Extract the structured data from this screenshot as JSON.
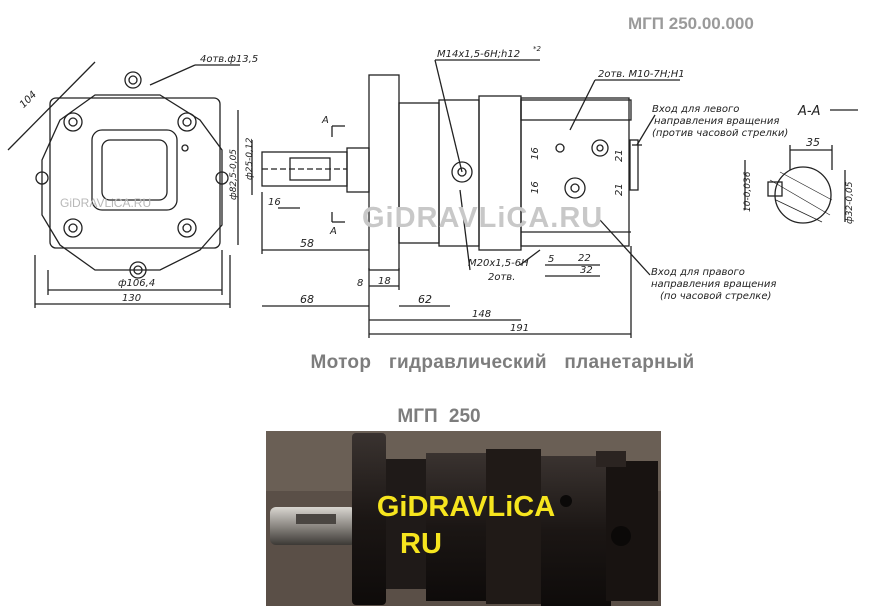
{
  "drawing": {
    "code": "МГП 250.00.000",
    "watermark_main": "GiDRAVLiCA.RU",
    "watermark_small": "GiDRAVLiCA.RU",
    "dims": {
      "holes": "4отв.ф13,5",
      "d104": "104",
      "d106": "ф106,4",
      "d130": "130",
      "thread_top": "М14х1,5-6Н;h12",
      "thread_top_sup": "*2",
      "thread_m10": "2отв. М10-7Н;Н1",
      "dia_flange": "ф82,5-0,05",
      "dia_shaft": "ф25-0,12",
      "d16_left": "16",
      "d58": "58",
      "d68": "68",
      "d8": "8",
      "d18": "18",
      "d62": "62",
      "d148": "148",
      "d191": "191",
      "d16_a": "16",
      "d16_b": "16",
      "d21_a": "21",
      "d21_b": "21",
      "d5": "5",
      "d22": "22",
      "d32": "32",
      "m20": "М20х1,5-6Н",
      "m20_count": "2отв.",
      "section_label": "А-А",
      "d35": "35",
      "key_dim": "10-0,036",
      "shaft_section_dia": "ф32-0,05",
      "a_mark_top": "А",
      "a_mark_bottom": "А"
    },
    "notes": {
      "left_in_1": "Вход для левого",
      "left_in_2": "направления вращения",
      "left_in_3": "(против часовой стрелки)",
      "right_in_1": "Вход для правого",
      "right_in_2": "направления вращения",
      "right_in_3": "(по часовой стрелке)"
    }
  },
  "caption": "Мотор гидравлический планетарный",
  "model": "МГП 250",
  "photo": {
    "watermark_line1": "GiDRAVLiCA",
    "watermark_line2": "RU"
  }
}
